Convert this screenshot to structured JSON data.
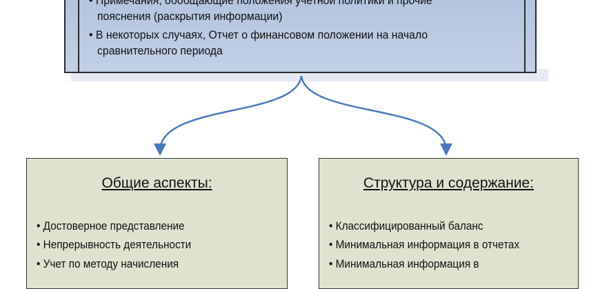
{
  "top_box": {
    "items": [
      "• Примечания, обобщающие положения учетной политики и прочие",
      "  пояснения (раскрытия информации)",
      "• В некоторых случаях, Отчет о финансовом положении на начало",
      "  сравнительного периода"
    ]
  },
  "left_box": {
    "title": "Общие аспекты:",
    "items": [
      "• Достоверное представление",
      "• Непрерывность деятельности",
      "• Учет по методу начисления"
    ]
  },
  "right_box": {
    "title": "Структура и содержание:",
    "items": [
      "• Классифицированный баланс",
      "• Минимальная информация в отчетах",
      "• Минимальная информация в"
    ]
  },
  "colors": {
    "arrow": "#4a78c0",
    "top_fill": "#b8c8e0",
    "bottom_fill": "#dfe2cf"
  }
}
